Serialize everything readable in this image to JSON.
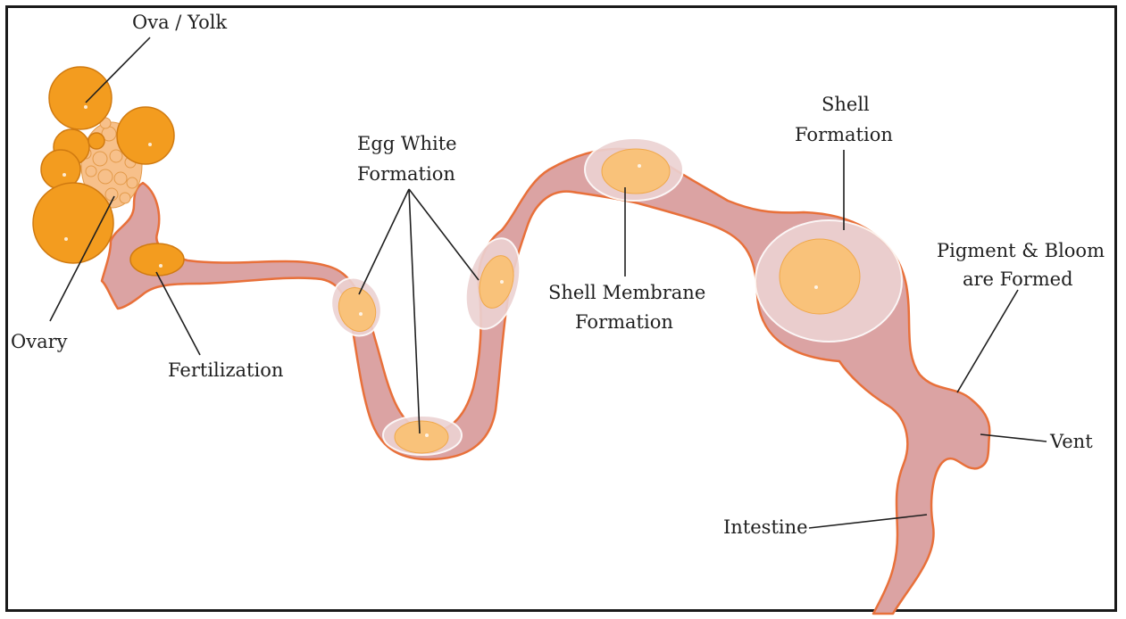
{
  "labels": {
    "ova_yolk": "Ova / Yolk",
    "ovary": "Ovary",
    "fertilization": "Fertilization",
    "egg_white_line1": "Egg White",
    "egg_white_line2": "Formation",
    "shell_membrane_line1": "Shell Membrane",
    "shell_membrane_line2": "Formation",
    "shell_line1": "Shell",
    "shell_line2": "Formation",
    "pigment_line1": "Pigment & Bloom",
    "pigment_line2": "are Formed",
    "vent": "Vent",
    "intestine": "Intestine"
  },
  "colors": {
    "tract_fill": "#dba3a3",
    "tract_outline": "#e8703a",
    "yolk": "#f39c1f",
    "egg": "#f9c27a",
    "albumen": "#ecd2d2",
    "frame": "#1a1a1a"
  }
}
